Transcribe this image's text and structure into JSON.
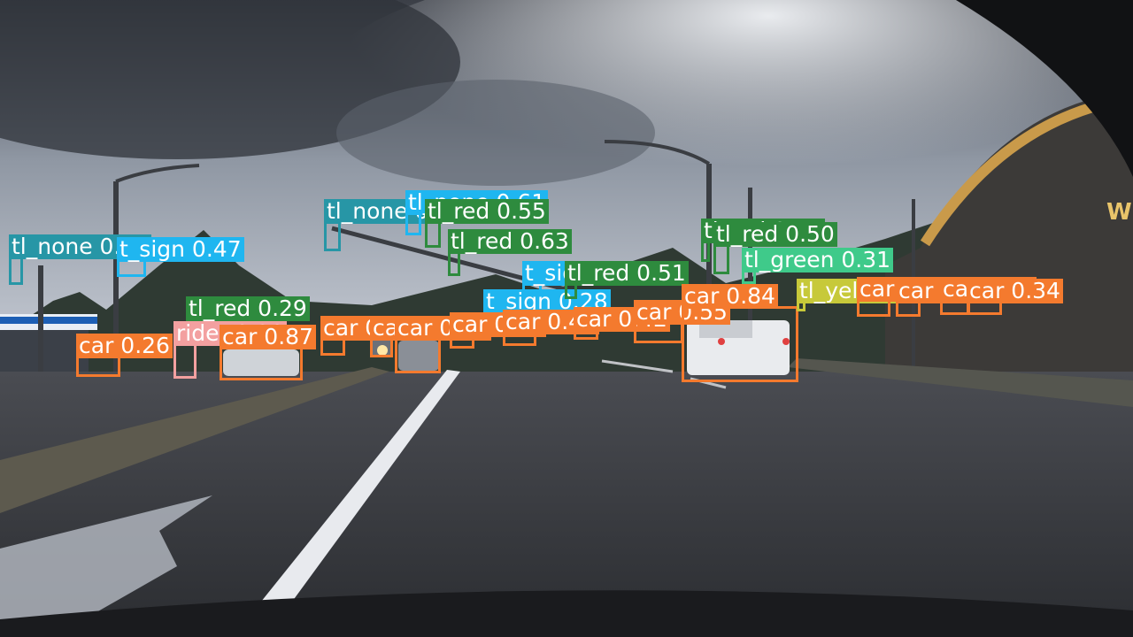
{
  "colors": {
    "car": "#f47a2e",
    "tl_red": "#2e8b3e",
    "tl_green": "#3fca8a",
    "tl_none": "#2796a6",
    "t_sign": "#1fb6f0",
    "rider": "#f3a0a0",
    "tl_yellow": "#c7c93a"
  },
  "scene": {
    "storefront_sign": "W"
  },
  "detections": [
    {
      "label": "tl_none 0.31",
      "cls": "tl_none"
    },
    {
      "label": "t_sign 0.47",
      "cls": "t_sign"
    },
    {
      "label": "tl_none 0.65",
      "cls": "tl_none"
    },
    {
      "label": "tl_none 0.61",
      "cls": "t_sign"
    },
    {
      "label": "tl_red 0.55",
      "cls": "tl_red"
    },
    {
      "label": "tl_red 0.63",
      "cls": "tl_red"
    },
    {
      "label": "t_sign 0.28",
      "cls": "t_sign"
    },
    {
      "label": "t_sign 0.28",
      "cls": "t_sign"
    },
    {
      "label": "tl_red 0.51",
      "cls": "tl_red"
    },
    {
      "label": "tl_red 0.44",
      "cls": "tl_red"
    },
    {
      "label": "tl_red 0.50",
      "cls": "tl_red"
    },
    {
      "label": "tl_green 0.31",
      "cls": "tl_green"
    },
    {
      "label": "tl_red 0.29",
      "cls": "tl_red"
    },
    {
      "label": "rider 0.29",
      "cls": "rider"
    },
    {
      "label": "car 0.26",
      "cls": "car"
    },
    {
      "label": "car 0.87",
      "cls": "car"
    },
    {
      "label": "car 0.31",
      "cls": "car"
    },
    {
      "label": "car 0.69",
      "cls": "car"
    },
    {
      "label": "car 0.85",
      "cls": "car"
    },
    {
      "label": "car 0.56",
      "cls": "car"
    },
    {
      "label": "car 0.46",
      "cls": "car"
    },
    {
      "label": "car 0.42",
      "cls": "car"
    },
    {
      "label": "car 0.55",
      "cls": "car"
    },
    {
      "label": "car 0.84",
      "cls": "car"
    },
    {
      "label": "tl_yellow 0.58",
      "cls": "tl_yellow"
    },
    {
      "label": "car 0.39",
      "cls": "car"
    },
    {
      "label": "car 0.33",
      "cls": "car"
    },
    {
      "label": "car 0.30",
      "cls": "car"
    },
    {
      "label": "car 0.34",
      "cls": "car"
    }
  ]
}
